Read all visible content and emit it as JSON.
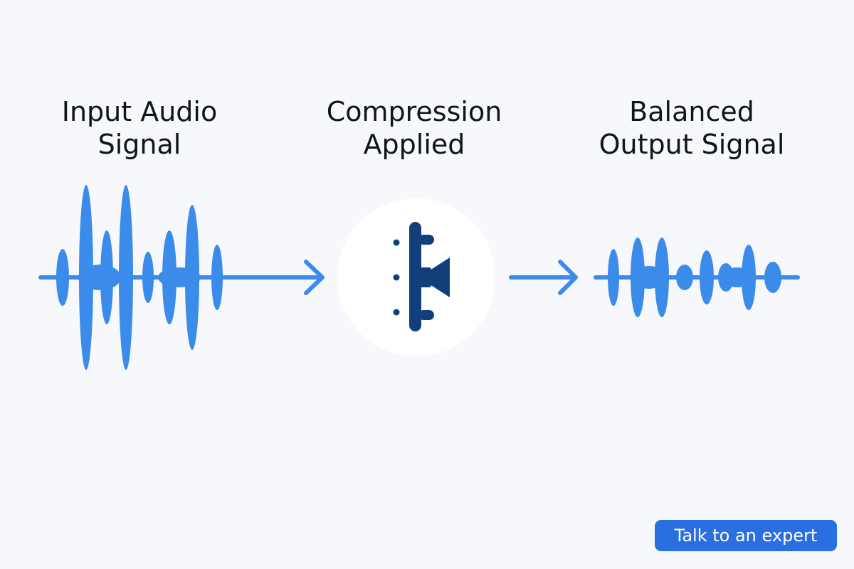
{
  "stages": [
    {
      "line1": "Input Audio",
      "line2": "Signal"
    },
    {
      "line1": "Compression",
      "line2": "Applied"
    },
    {
      "line1": "Balanced",
      "line2": "Output Signal"
    }
  ],
  "cta": {
    "label": "Talk to an expert"
  },
  "icons": {
    "input_wave": "waveform-icon",
    "compressor": "compressor-icon",
    "output_wave": "waveform-icon",
    "arrow": "arrow-right-icon"
  },
  "colors": {
    "wave": "#3b8beb",
    "arrow": "#3b8beb",
    "compressor": "#123f7a",
    "circle": "#ffffff",
    "cta_bg": "#2a6fe0",
    "text": "#111418"
  }
}
